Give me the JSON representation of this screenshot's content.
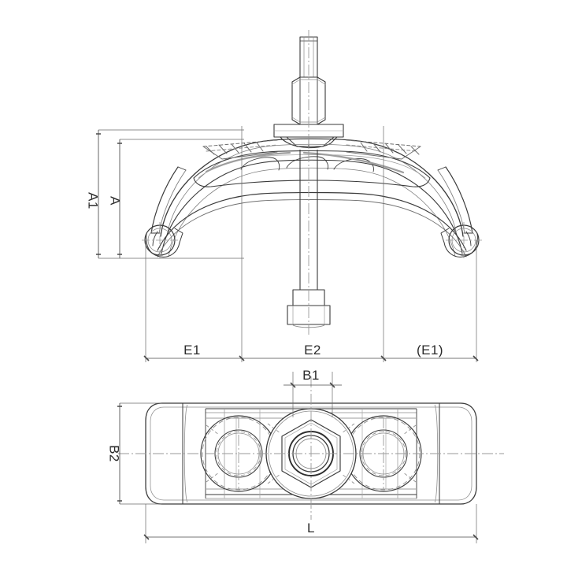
{
  "drawing": {
    "type": "engineering-technical-drawing",
    "subject": "bridge-arch-hold-down-clamp-with-t-bolt",
    "views": [
      {
        "id": "front-elevation",
        "position": "top"
      },
      {
        "id": "plan-bottom-view",
        "position": "bottom"
      }
    ],
    "line_color": "#3a3a3a",
    "hidden_line_color": "#808080",
    "center_line_color": "#9a9a9a",
    "background": "#ffffff"
  },
  "dimensions": {
    "a1": {
      "label": "A1",
      "orientation": "vertical",
      "view": "front-elevation"
    },
    "a": {
      "label": "A",
      "orientation": "vertical",
      "view": "front-elevation"
    },
    "e1_left": {
      "label": "E1",
      "orientation": "horizontal",
      "view": "front-elevation"
    },
    "e2": {
      "label": "E2",
      "orientation": "horizontal",
      "view": "front-elevation"
    },
    "e1_right": {
      "label": "(E1)",
      "orientation": "horizontal",
      "view": "front-elevation"
    },
    "b1": {
      "label": "B1",
      "orientation": "horizontal",
      "view": "plan-bottom-view"
    },
    "b2": {
      "label": "B2",
      "orientation": "vertical",
      "view": "plan-bottom-view"
    },
    "l": {
      "label": "L",
      "orientation": "horizontal",
      "view": "plan-bottom-view"
    }
  }
}
